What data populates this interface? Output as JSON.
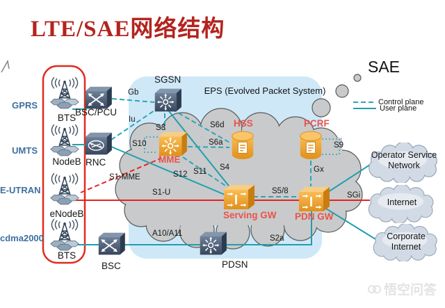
{
  "title": "LTE/SAE网络结构",
  "sae_label": "SAE",
  "eps_label": "EPS (Evolved Packet System)",
  "legend": {
    "control": "Control plane",
    "user": "User plane"
  },
  "access_networks": [
    {
      "tech": "GPRS",
      "node": "BTS"
    },
    {
      "tech": "UMTS",
      "node": "NodeB"
    },
    {
      "tech": "E-UTRAN",
      "node": "eNodeB"
    },
    {
      "tech": "cdma2000",
      "node": "BTS"
    }
  ],
  "nodes": {
    "bsc_pcu": "BSC/PCU",
    "rnc": "RNC",
    "bsc": "BSC",
    "sgsn": "SGSN",
    "mme": "MME",
    "serving_gw": "Serving GW",
    "pdn_gw": "PDN GW",
    "pdsn": "PDSN",
    "hss": "HSS",
    "pcrf": "PCRF"
  },
  "interfaces": {
    "gb": "Gb",
    "iu": "Iu",
    "s3": "S3",
    "s10": "S10",
    "s6d": "S6d",
    "s6a": "S6a",
    "s4": "S4",
    "s12": "S12",
    "s11": "S11",
    "s1_mme": "S1-MME",
    "s1_u": "S1-U",
    "s5_8": "S5/8",
    "s9": "S9",
    "gx": "Gx",
    "sgi": "SGi",
    "a10_a11": "A10/A11",
    "s2a": "S2a"
  },
  "external_networks": [
    {
      "line1": "Operator  Service",
      "line2": "Network"
    },
    {
      "line1": "Internet",
      "line2": ""
    },
    {
      "line1": "Corporate",
      "line2": "Internet"
    }
  ],
  "colors": {
    "user_plane_teal": "#1f9fb0",
    "control_plane_teal": "#2aa6b8",
    "red_line": "#e52421",
    "node_label_red": "#e8544a",
    "tech_label_blue": "#3f6f9f",
    "title_red": "#b3241f",
    "eps_fill": "#cfe8f8",
    "cloud_gray": "#c9cacb",
    "orange_node": "#f5a930",
    "slate_node": "#44566e"
  },
  "watermark": "悟空问答"
}
